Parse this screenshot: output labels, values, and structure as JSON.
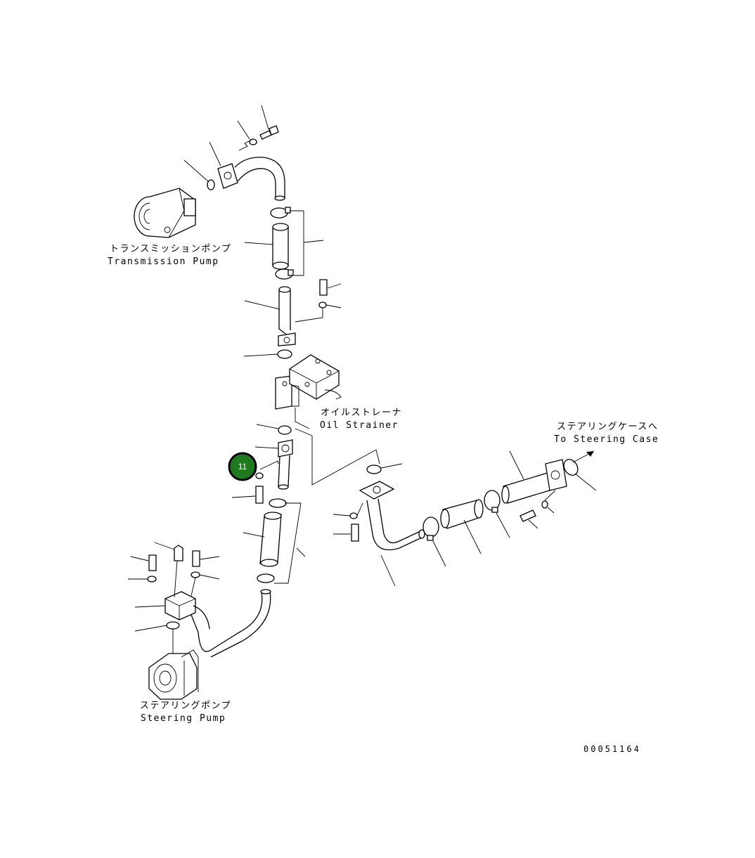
{
  "labels": {
    "transmission_pump_jp": "トランスミッションポンプ",
    "transmission_pump_en": "Transmission Pump",
    "oil_strainer_jp": "オイルストレーナ",
    "oil_strainer_en": "Oil Strainer",
    "steering_case_jp": "ステアリングケースへ",
    "steering_case_en": "To Steering Case",
    "steering_pump_jp": "ステアリングポンプ",
    "steering_pump_en": "Steering Pump"
  },
  "drawing_number": "00051164",
  "callout": {
    "number": "11",
    "color": "#1f7a1f"
  }
}
